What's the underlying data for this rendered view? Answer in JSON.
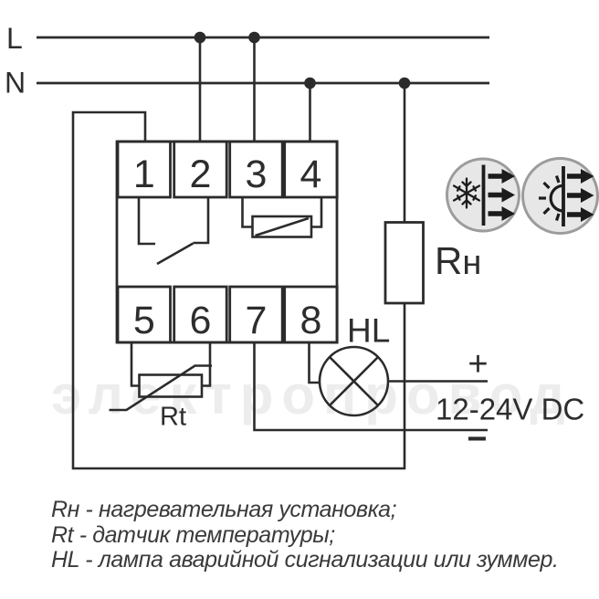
{
  "diagram": {
    "power_label_l": "L",
    "power_label_n": "N",
    "terminals": [
      "1",
      "2",
      "3",
      "4",
      "5",
      "6",
      "7",
      "8"
    ],
    "heater_label_r": "R",
    "heater_label_n": "н",
    "sensor_label": "Rt",
    "lamp_label": "HL",
    "plus": "+",
    "minus": "−",
    "voltage": "12-24V DC"
  },
  "icons": {
    "left": "snowflake-heat-arrows-icon",
    "right": "sun-heat-arrows-icon"
  },
  "legend": [
    "Rн - нагревательная установка;",
    "Rt - датчик температуры;",
    "HL - лампа аварийной сигнализации или зуммер."
  ],
  "watermark": "электропровод",
  "colors": {
    "line": "#2b2b2b",
    "icon_fill": "#e7e7e7",
    "icon_stroke": "#9c9c9c",
    "glyph": "#1c1c1c",
    "text": "#2d2d2d",
    "watermark": "#ededed"
  }
}
